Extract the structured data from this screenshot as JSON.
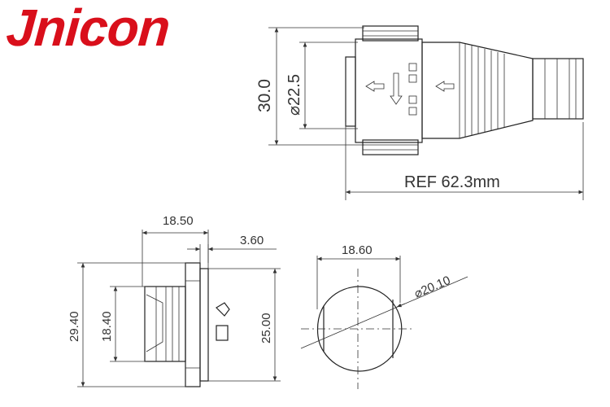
{
  "brand": {
    "name": "Jnicon",
    "color": "#d90f1b"
  },
  "dimensions": {
    "height_30": "30.0",
    "dia_22_5": "⌀22.5",
    "ref_length": "REF 62.3mm",
    "panel_width": "18.50",
    "flange": "3.60",
    "body_29_40": "29.40",
    "thread_18_40": "18.40",
    "flange_25_00": "25.00",
    "flat_18_60": "18.60",
    "dia_20_10": "⌀20.10"
  }
}
